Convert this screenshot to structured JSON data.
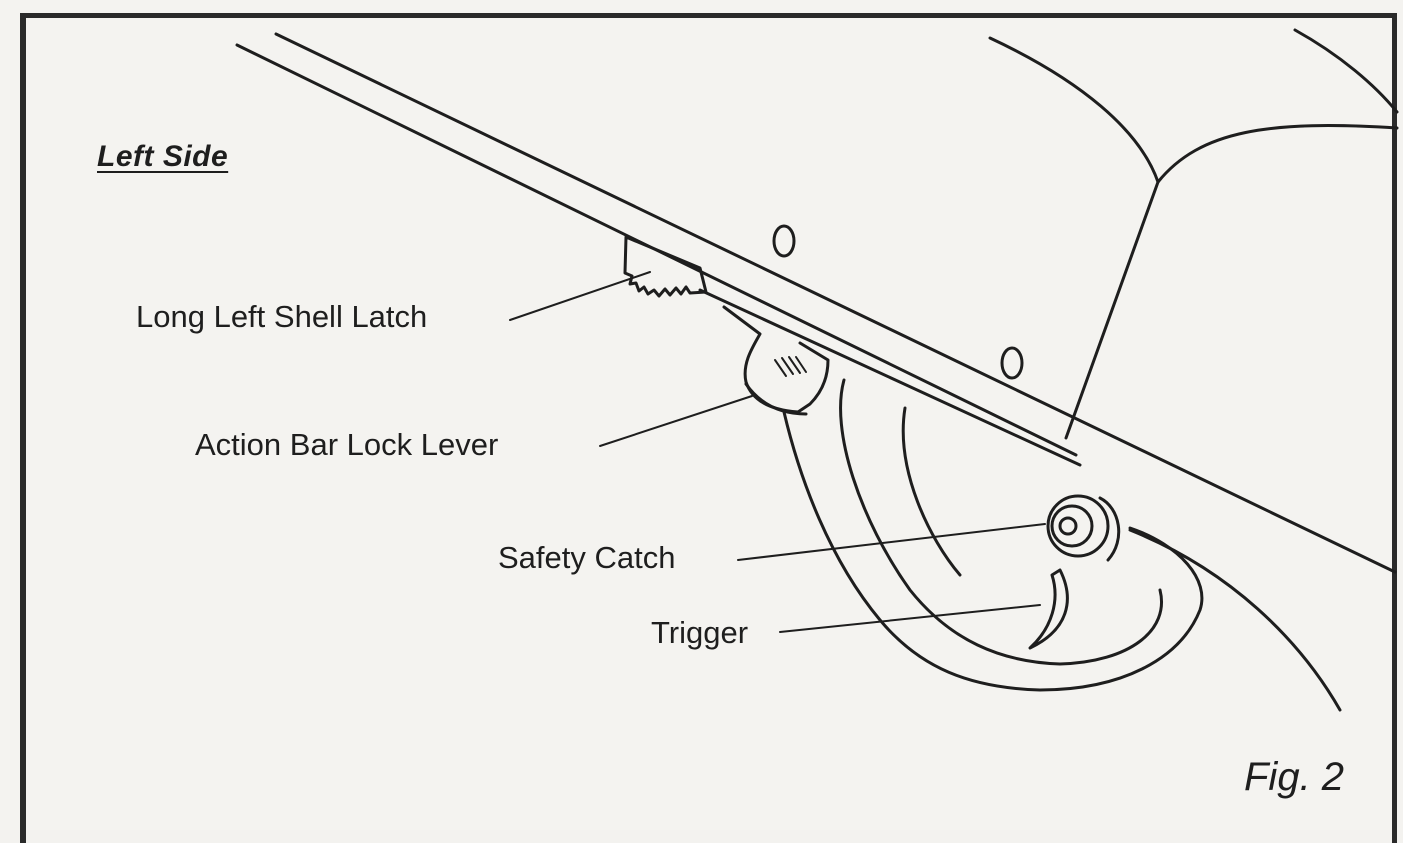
{
  "figure": {
    "heading": "Left Side",
    "label": "Fig. 2"
  },
  "callouts": {
    "shell_latch": "Long Left Shell Latch",
    "action_bar_lock": "Action Bar Lock Lever",
    "safety_catch": "Safety Catch",
    "trigger": "Trigger"
  },
  "colors": {
    "ink": "#1e1e1e",
    "paper": "#f4f3f0"
  }
}
